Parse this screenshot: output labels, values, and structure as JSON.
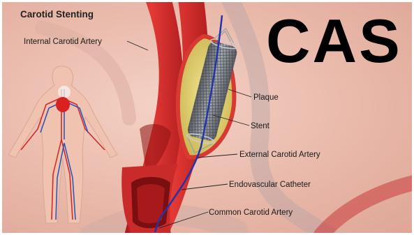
{
  "title": "Carotid Stenting",
  "big_text": "CAS",
  "labels": {
    "internal": "Internal Carotid Artery",
    "plaque": "Plaque",
    "stent": "Stent",
    "external": "External Carotid Artery",
    "catheter": "Endovascular Catheter",
    "common": "Common Carotid Artery"
  },
  "colors": {
    "background": "#ecbfb0",
    "artery": "#d92a2a",
    "artery_dark": "#9e1515",
    "plaque": "#e0d27a",
    "stent": "#7d8288",
    "catheter": "#2433a8",
    "vein": "#2f57b8"
  }
}
